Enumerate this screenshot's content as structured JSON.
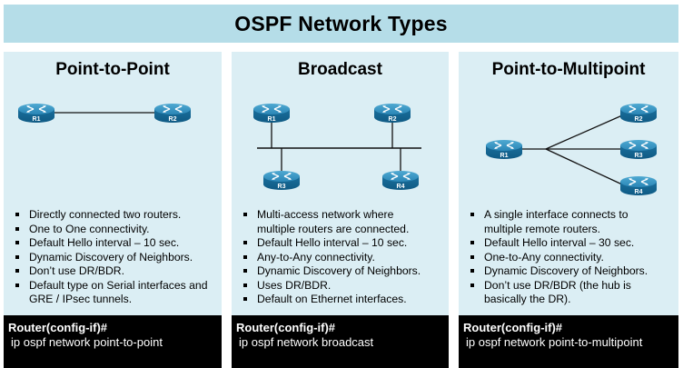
{
  "title": "OSPF Network Types",
  "colors": {
    "header_bg": "#b5dde8",
    "panel_bg": "#dbeef4",
    "router_blue": "#1b79a6",
    "command_bg": "#000000"
  },
  "panels": [
    {
      "title": "Point-to-Point",
      "routers": [
        "R1",
        "R2"
      ],
      "bullets": [
        "Directly connected two routers.",
        "One to One connectivity.",
        "Default Hello interval – 10 sec.",
        "Dynamic Discovery of Neighbors.",
        "Don’t use DR/BDR.",
        "Default type on Serial interfaces and GRE / IPsec tunnels."
      ],
      "prompt": "Router(config-if)#",
      "command": "ip ospf network point-to-point"
    },
    {
      "title": "Broadcast",
      "routers": [
        "R1",
        "R2",
        "R3",
        "R4"
      ],
      "bullets": [
        "Multi-access network where multiple routers are connected.",
        "Default Hello interval – 10 sec.",
        "Any-to-Any connectivity.",
        "Dynamic Discovery of Neighbors.",
        "Uses DR/BDR.",
        "Default on Ethernet interfaces."
      ],
      "prompt": "Router(config-if)#",
      "command": "ip ospf network broadcast"
    },
    {
      "title": "Point-to-Multipoint",
      "routers": [
        "R1",
        "R2",
        "R3",
        "R4"
      ],
      "bullets": [
        "A single interface connects to multiple remote routers.",
        "Default Hello interval – 30 sec.",
        "One-to-Any connectivity.",
        "Dynamic Discovery of Neighbors.",
        "Don’t use DR/BDR (the hub is basically the DR)."
      ],
      "prompt": "Router(config-if)#",
      "command": "ip ospf network point-to-multipoint"
    }
  ]
}
